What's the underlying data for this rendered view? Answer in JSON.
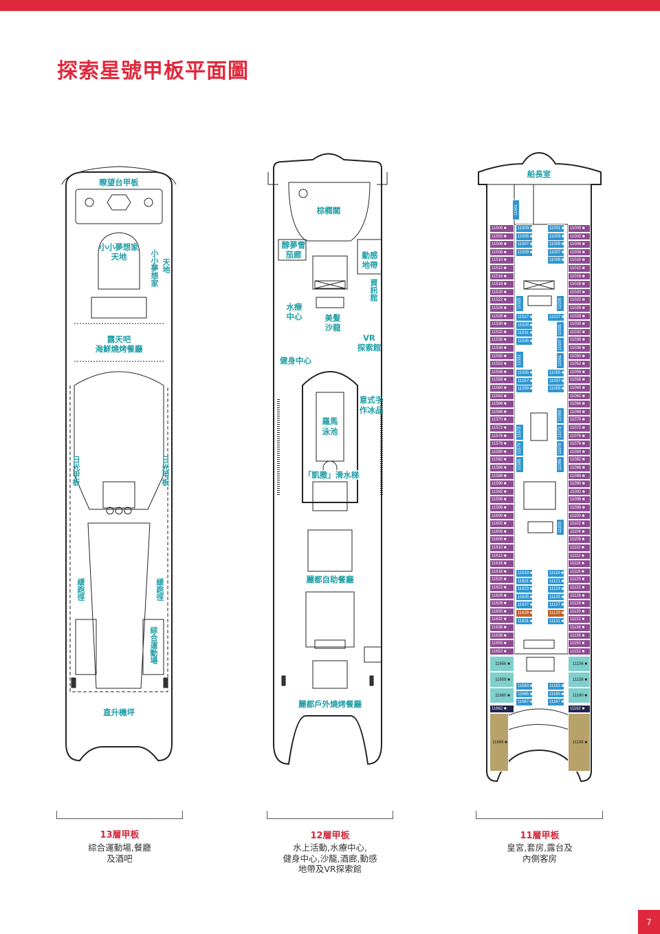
{
  "title": "探索星號甲板平面圖",
  "page_number": "7",
  "colors": {
    "brand_red": "#e0283c",
    "label_teal": "#1f9ea6",
    "inside_cabin": "#8e4a92",
    "balcony_cabin": "#2e96d2",
    "suite": "#7fcfcd",
    "highlight_cabin": "#c0612a",
    "navy_suite": "#24244e",
    "royal_suite": "#b7a26a"
  },
  "deck13": {
    "name": "13層甲板",
    "description": [
      "綜合運動場,餐廳",
      "及酒吧"
    ],
    "areas": {
      "lookout": "瞭望台甲板",
      "kids_club": [
        "小小夢想家",
        "天地"
      ],
      "kids_club_side": [
        "小小夢想家",
        "天地"
      ],
      "bar": [
        "露天吧",
        "海鮮燒烤餐廳"
      ],
      "sun_deck_left": "日光甲板",
      "sun_deck_right": "日光甲板",
      "jogging_left": "緩跑徑",
      "jogging_right": "緩跑徑",
      "sports_court": "綜合運動場",
      "helipad": "直升機坪"
    }
  },
  "deck12": {
    "name": "12層甲板",
    "description": [
      "水上活動,水療中心,",
      "健身中心,沙龍,酒廊,動感",
      "地帶及VR探索館"
    ],
    "areas": {
      "palm_court": "棕櫚閣",
      "cigar": [
        "醇夢雪",
        "茄廊"
      ],
      "dynamic_zone": [
        "動感",
        "地帶"
      ],
      "info": "資訊館",
      "spa": [
        "水療",
        "中心"
      ],
      "salon": [
        "美髮",
        "沙龍"
      ],
      "vr": [
        "VR",
        "探索館"
      ],
      "gym": "健身中心",
      "gelato": [
        "意式手",
        "作冰品"
      ],
      "pool": [
        "羅馬",
        "泳池"
      ],
      "slide": "「凱撒」滑水梯",
      "buffet": "麗都自助餐廳",
      "bbq": "麗都戶外燒烤餐廳"
    }
  },
  "deck11": {
    "name": "11層甲板",
    "description": [
      "皇宮,套房,露台及",
      "內側客房"
    ],
    "areas": {
      "bridge": "船長室"
    },
    "left_cabins": [
      "11500",
      "11502",
      "11506",
      "11508",
      "11510",
      "11512",
      "11516",
      "11518",
      "11520",
      "11522",
      "11526",
      "11528",
      "11530",
      "11532",
      "11536",
      "11538",
      "11550",
      "11552",
      "11556",
      "11558",
      "11560",
      "11562",
      "11566",
      "11568",
      "11570",
      "11572",
      "11576",
      "11578",
      "11580",
      "11582",
      "11586",
      "11588",
      "11590",
      "11592",
      "11596",
      "11598",
      "11600",
      "11602",
      "11606",
      "11608",
      "11610",
      "11612",
      "11616",
      "11618",
      "11620",
      "11622",
      "11626",
      "11628",
      "11630",
      "11632",
      "11636",
      "11638",
      "11650",
      "11652"
    ],
    "right_cabins": [
      "11000",
      "11002",
      "11006",
      "11008",
      "11010",
      "11012",
      "11016",
      "11018",
      "11020",
      "11022",
      "11026",
      "11028",
      "11030",
      "11032",
      "11036",
      "11038",
      "11050",
      "11052",
      "11056",
      "11058",
      "11060",
      "11062",
      "11066",
      "11068",
      "11070",
      "11072",
      "11076",
      "11078",
      "11080",
      "11082",
      "11086",
      "11088",
      "11090",
      "11092",
      "11096",
      "11098",
      "11100",
      "11102",
      "11106",
      "11108",
      "11110",
      "11112",
      "11116",
      "11118",
      "11120",
      "11122",
      "11126",
      "11128",
      "11130",
      "11132",
      "11136",
      "11138",
      "11150",
      "11152"
    ],
    "inner_cabins": [
      "11501",
      "11503",
      "11505",
      "11507",
      "11509",
      "11001",
      "11003",
      "11005",
      "11007",
      "11009",
      "11525",
      "11025",
      "11527",
      "11529",
      "11531",
      "11535",
      "11027",
      "11031",
      "11037",
      "11551",
      "11051",
      "11555",
      "11557",
      "11559",
      "11055",
      "11057",
      "11059",
      "11573",
      "11579",
      "11585",
      "11069",
      "11073",
      "11079",
      "11085",
      "11103",
      "11619",
      "11621",
      "11623",
      "11625",
      "11627",
      "11629",
      "11631",
      "11119",
      "11121",
      "11123",
      "11125",
      "11127",
      "11129",
      "11131",
      "11663",
      "11665",
      "11667",
      "11163",
      "11165",
      "11167"
    ],
    "highlighted_cabins": [
      "11629",
      "11129"
    ],
    "suites": [
      "11656",
      "11658",
      "11660",
      "11156",
      "11158",
      "11160"
    ],
    "navy_suites": [
      "11662",
      "11162"
    ],
    "royal_suites": [
      "11688",
      "11188"
    ]
  }
}
